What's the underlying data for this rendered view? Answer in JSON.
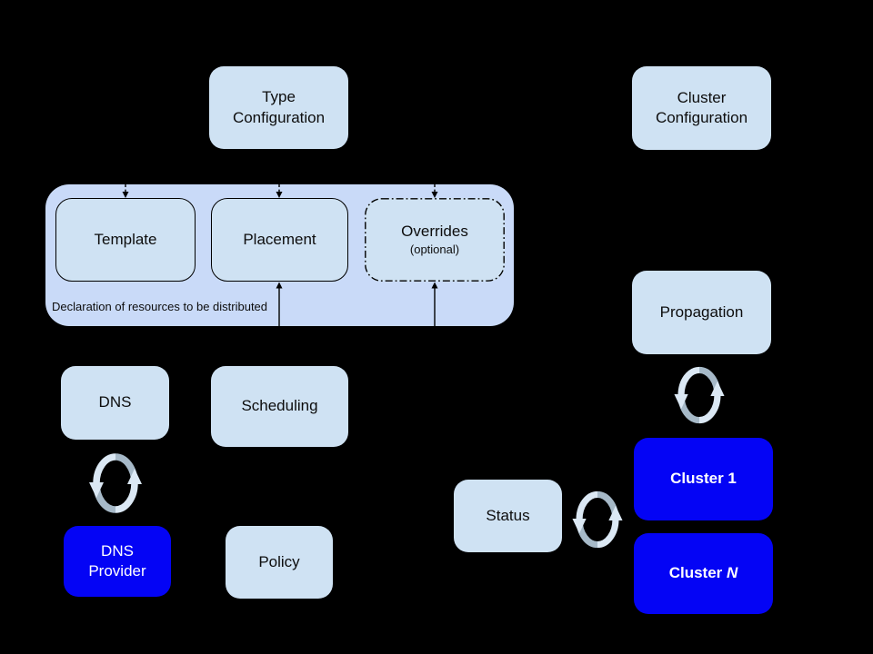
{
  "diagram": {
    "title": "Federation concepts diagram",
    "background": "#000000",
    "colors": {
      "light_box": "#cfe2f3",
      "declaration_group": "#c9daf8",
      "blue_box": "#0404f5",
      "text_dark": "#0d0d0d",
      "text_light": "#ffffff",
      "arrow": "#000000",
      "sync_arrow_dark": "#a6b9c8",
      "sync_arrow_light": "#dbe8f4"
    },
    "nodes": {
      "type_config": "Type\nConfiguration",
      "cluster_config": "Cluster\nConfiguration",
      "template": "Template",
      "placement": "Placement",
      "overrides_title": "Overrides",
      "overrides_subtitle": "(optional)",
      "declaration_caption": "Declaration of resources to be distributed",
      "dns": "DNS",
      "scheduling": "Scheduling",
      "dns_provider": "DNS\nProvider",
      "policy": "Policy",
      "propagation": "Propagation",
      "status": "Status",
      "cluster_1": "Cluster 1",
      "cluster_n_prefix": "Cluster ",
      "cluster_n_suffix": "N"
    },
    "icons": {
      "sync": "two curved arrows forming a refresh/sync cycle"
    }
  }
}
